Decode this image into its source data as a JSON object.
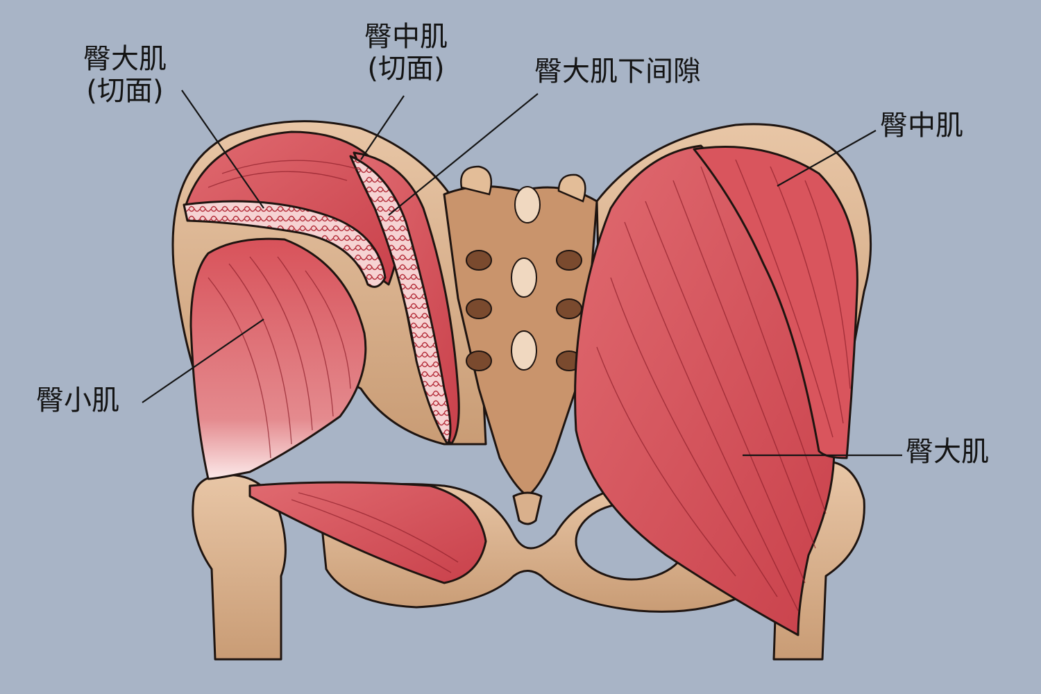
{
  "labels": {
    "gluteus_maximus_cut": {
      "line1": "臀大肌",
      "line2": "(切面)"
    },
    "gluteus_medius_cut": {
      "line1": "臀中肌",
      "line2": "(切面)"
    },
    "infragluteal_space": "臀大肌下间隙",
    "gluteus_medius": "臀中肌",
    "gluteus_minimus": "臀小肌",
    "gluteus_maximus": "臀大肌"
  },
  "colors": {
    "background": "#a8b4c6",
    "bone": "#d9b08c",
    "bone_shadow": "#8a5a3c",
    "muscle": "#d8525a",
    "muscle_light": "#f2c7c7",
    "outline": "#1e1410"
  }
}
